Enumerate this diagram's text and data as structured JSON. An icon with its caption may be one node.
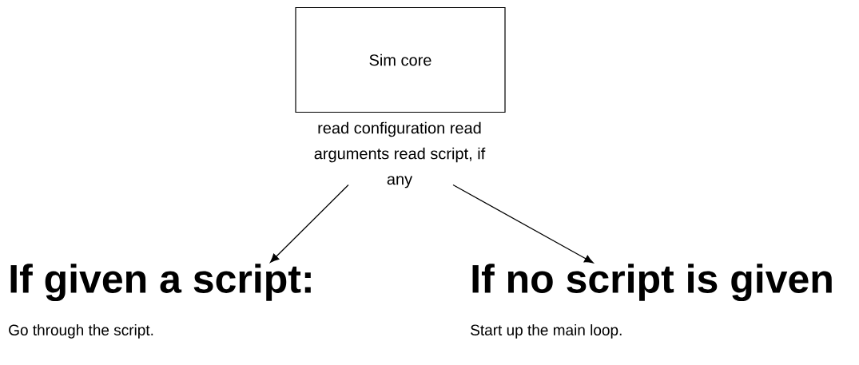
{
  "diagram": {
    "nodes": [
      {
        "text": [
          "Sim core"
        ]
      },
      {
        "text": [
          "read configuration read arguments read script, if any"
        ]
      },
      {
        "text": [
          "If given a script:",
          "Go through the script."
        ]
      },
      {
        "text": [
          "If no script is given",
          "Start up the main loop."
        ]
      }
    ],
    "edges": [
      {
        "from": 1,
        "to": 2,
        "arrow": "to"
      },
      {
        "from": 1,
        "to": 3,
        "arrow": "to"
      }
    ]
  }
}
